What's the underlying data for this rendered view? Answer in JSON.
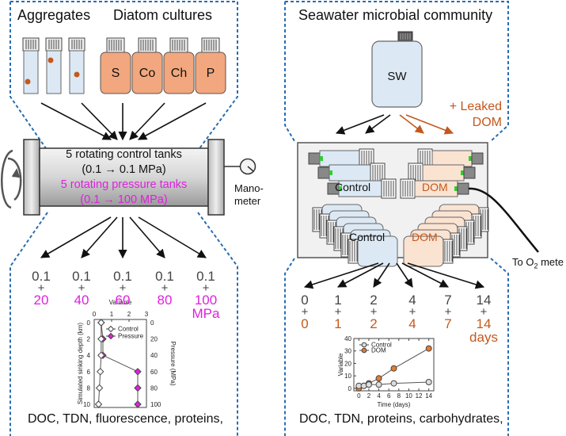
{
  "left_panel": {
    "aggregates_label": "Aggregates",
    "diatom_label": "Diatom cultures",
    "diatom_bottles": [
      "S",
      "Co",
      "Ch",
      "P"
    ],
    "tank_lines": {
      "control": "5 rotating control tanks",
      "control_range": "(0.1 → 0.1 MPa)",
      "pressure": "5 rotating pressure tanks",
      "pressure_range": "(0.1 → 100 MPa)"
    },
    "manometer_label_1": "Mano-",
    "manometer_label_2": "meter",
    "levels": [
      {
        "base": "0.1",
        "plus": "+",
        "added": "20"
      },
      {
        "base": "0.1",
        "plus": "+",
        "added": "40"
      },
      {
        "base": "0.1",
        "plus": "+",
        "added": "60"
      },
      {
        "base": "0.1",
        "plus": "+",
        "added": "80"
      },
      {
        "base": "0.1",
        "plus": "+",
        "added": "100"
      }
    ],
    "levels_unit": "MPa",
    "footer": "DOC, TDN, fluorescence, proteins,"
  },
  "right_panel": {
    "title": "Seawater microbial community",
    "sw_label": "SW",
    "leaked_1": "+ Leaked",
    "leaked_2": "DOM",
    "control_label": "Control",
    "dom_label": "DOM",
    "o2_label_prefix": "To O",
    "o2_label_sub": "2",
    "o2_label_suffix": " mete",
    "timepoints": [
      {
        "base": "0",
        "plus": "+",
        "added": "0"
      },
      {
        "base": "1",
        "plus": "+",
        "added": "1"
      },
      {
        "base": "2",
        "plus": "+",
        "added": "2"
      },
      {
        "base": "4",
        "plus": "+",
        "added": "4"
      },
      {
        "base": "7",
        "plus": "+",
        "added": "7"
      },
      {
        "base": "14",
        "plus": "+",
        "added": "14"
      }
    ],
    "timepoints_unit": "days",
    "footer": "DOC, TDN, proteins, carbohydrates,"
  },
  "colors": {
    "magenta": "#e020e0",
    "orange": "#c4581e",
    "dashed_border": "#2a6db0",
    "bottle_orange": "#f2a77e",
    "bottle_blue": "#dce9f5",
    "dom_fill": "#fbe3d2"
  },
  "chart_data": [
    {
      "type": "line",
      "title": "",
      "xlabel": "Variable",
      "ylabel": "Simulated sinking depth (km)",
      "ylabel_right": "Pressure (MPa)",
      "xlim": [
        0,
        3
      ],
      "ylim": [
        0,
        10
      ],
      "ylim_right": [
        0,
        100
      ],
      "x_ticks": [
        "0",
        "1",
        "2",
        "3"
      ],
      "y_ticks": [
        "0",
        "2",
        "4",
        "6",
        "8",
        "10"
      ],
      "y_ticks_right": [
        "0",
        "20",
        "40",
        "60",
        "80",
        "100"
      ],
      "y_inverted": true,
      "legend": "top-right",
      "depth": [
        0,
        2,
        4,
        6,
        8,
        10
      ],
      "series": [
        {
          "name": "Control",
          "values": [
            0.4,
            0.4,
            0.4,
            0.35,
            0.3,
            0.25
          ],
          "marker": "diamond-open"
        },
        {
          "name": "Pressure",
          "values": [
            0.4,
            0.5,
            0.5,
            2.5,
            2.5,
            2.5
          ],
          "marker": "diamond-filled"
        }
      ]
    },
    {
      "type": "line",
      "title": "",
      "xlabel": "Time (days)",
      "ylabel": "Variable",
      "xlim": [
        -1,
        15
      ],
      "ylim": [
        -2,
        40
      ],
      "x_ticks": [
        "0",
        "2",
        "4",
        "6",
        "8",
        "10",
        "12",
        "14"
      ],
      "y_ticks": [
        "0",
        "10",
        "20",
        "30",
        "40"
      ],
      "legend": "top-left",
      "x": [
        0,
        1,
        2,
        4,
        7,
        14
      ],
      "series": [
        {
          "name": "Control",
          "values": [
            2,
            2,
            3,
            3,
            4,
            5
          ],
          "marker": "circle-open"
        },
        {
          "name": "DOM",
          "values": [
            0,
            2,
            4,
            8,
            16,
            32
          ],
          "marker": "circle-filled"
        }
      ]
    }
  ]
}
